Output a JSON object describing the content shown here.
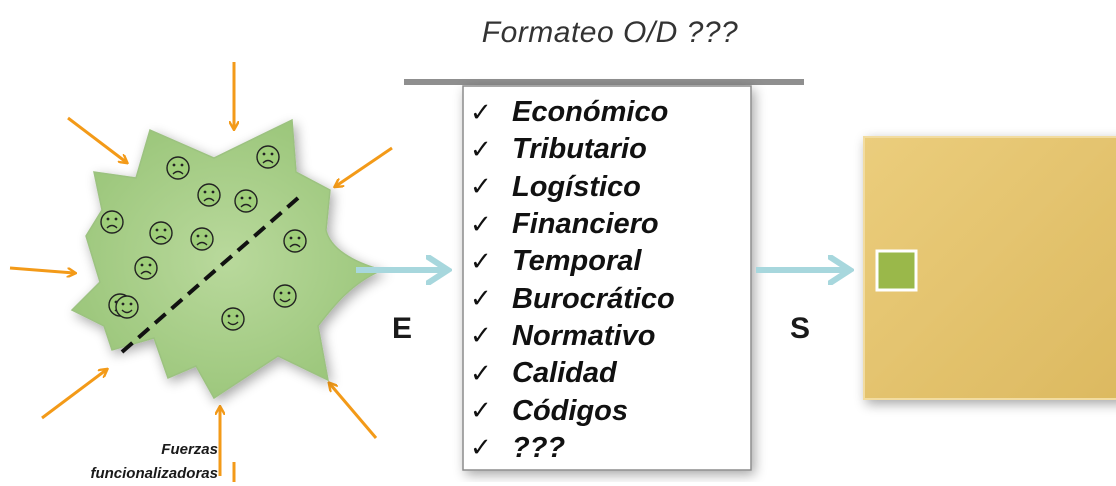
{
  "title": "Formateo O/D ???",
  "checklist": {
    "check_mark": "✓",
    "items": [
      "Económico",
      "Tributario",
      "Logístico",
      "Financiero",
      "Temporal",
      "Burocrático",
      "Normativo",
      "Calidad",
      "Códigos",
      "???"
    ]
  },
  "input_label": "E",
  "output_label": "S",
  "forces": {
    "line1": "Fuerzas",
    "line2": "funcionalizadoras"
  },
  "colors": {
    "blob_fill": "#a9cf8a",
    "face_fill": "#9fce7a",
    "force_arrow": "#f39a18",
    "flow_arrow": "#a7d7dd",
    "output_box": "#e5c36c",
    "output_inner": "#9ab84a",
    "box_border": "#8c8c8c",
    "top_bar": "#8f8f8f"
  },
  "faces": [
    {
      "mood": "sad"
    },
    {
      "mood": "sad"
    },
    {
      "mood": "sad"
    },
    {
      "mood": "sad"
    },
    {
      "mood": "sad"
    },
    {
      "mood": "sad"
    },
    {
      "mood": "sad"
    },
    {
      "mood": "sad"
    },
    {
      "mood": "sad"
    },
    {
      "mood": "sad"
    },
    {
      "mood": "happy"
    },
    {
      "mood": "happy"
    },
    {
      "mood": "happy"
    }
  ]
}
